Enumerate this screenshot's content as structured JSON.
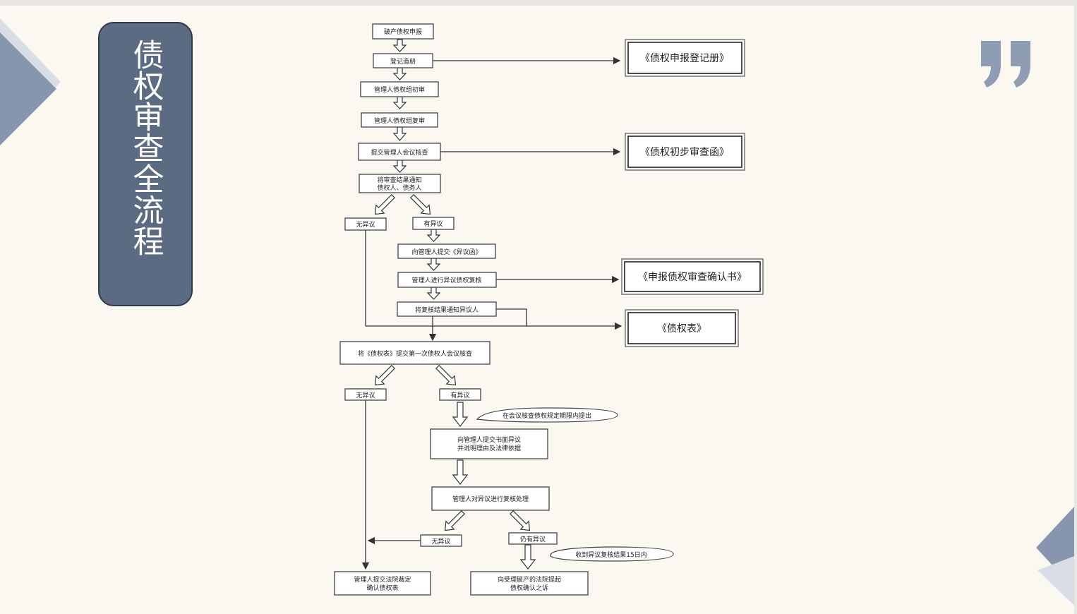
{
  "title": "债权审查全流程",
  "steps": {
    "s1": "破产债权申报",
    "s2": "登记造册",
    "s3": "管理人债权组初审",
    "s4": "管理人债权组复审",
    "s5": "提交管理人会议核查",
    "s6_line1": "将审查结果通知",
    "s6_line2": "债权人、债务人",
    "no_objection_1": "无异议",
    "has_objection_1": "有异议",
    "s7": "向管理人提交《异议函》",
    "s8": "管理人进行异议债权复核",
    "s9": "将复核结果通知异议人",
    "s10": "将《债权表》提交第一次债权人会议核查",
    "no_objection_2": "无异议",
    "has_objection_2": "有异议",
    "note_1": "在会议核查债权规定期限内提出",
    "s11_line1": "向管理人提交书面异议",
    "s11_line2": "并说明理由及法律依据",
    "s12": "管理人对异议进行复核处理",
    "no_objection_3": "无异议",
    "still_objection": "仍有异议",
    "note_2": "收到异议复核结果15日内",
    "final_left_line1": "管理人提交法院裁定",
    "final_left_line2": "确认债权表",
    "final_right_line1": "向受理破产的法院提起",
    "final_right_line2": "债权确认之诉"
  },
  "documents": {
    "d1": "《债权申报登记册》",
    "d2": "《债权初步审查函》",
    "d3": "《申报债权审查确认书》",
    "d4": "《债权表》"
  },
  "colors": {
    "title_panel": "#5b6b82",
    "deco_dark": "#8796ae",
    "deco_light": "#d9dde5",
    "quote": "#8f9db3"
  },
  "icons": [
    "quote-mark-icon",
    "triangle-decoration-icon"
  ]
}
